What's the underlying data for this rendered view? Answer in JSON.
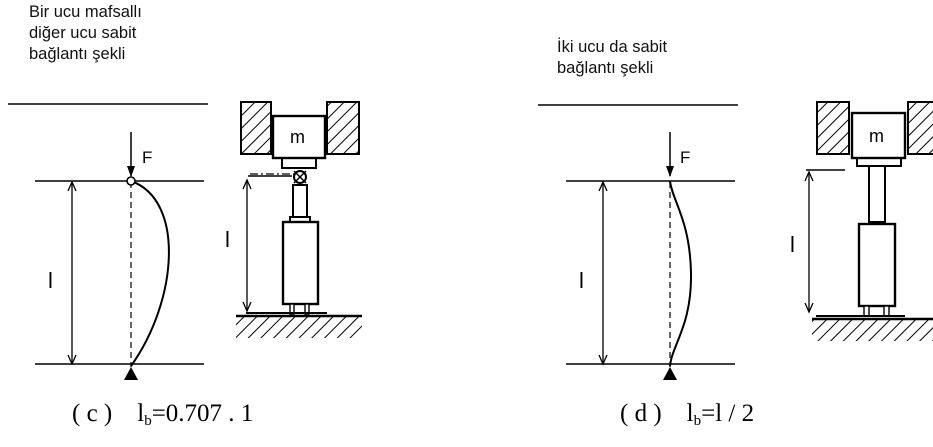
{
  "panels": [
    {
      "title": "Bir ucu mafsallı\ndiğer ucu sabit\nbağlantı şekli",
      "force_label": "F",
      "mass_label": "m",
      "length_label": "l",
      "caption": {
        "tag": "( c )",
        "symbol": "l",
        "subscript": "b",
        "formula": "=0.707 . 1"
      }
    },
    {
      "title": "İki ucu da sabit\nbağlantı şekli",
      "force_label": "F",
      "mass_label": "m",
      "length_label": "l",
      "caption": {
        "tag": "( d )",
        "symbol": "l",
        "subscript": "b",
        "formula": "=l / 2"
      }
    }
  ]
}
